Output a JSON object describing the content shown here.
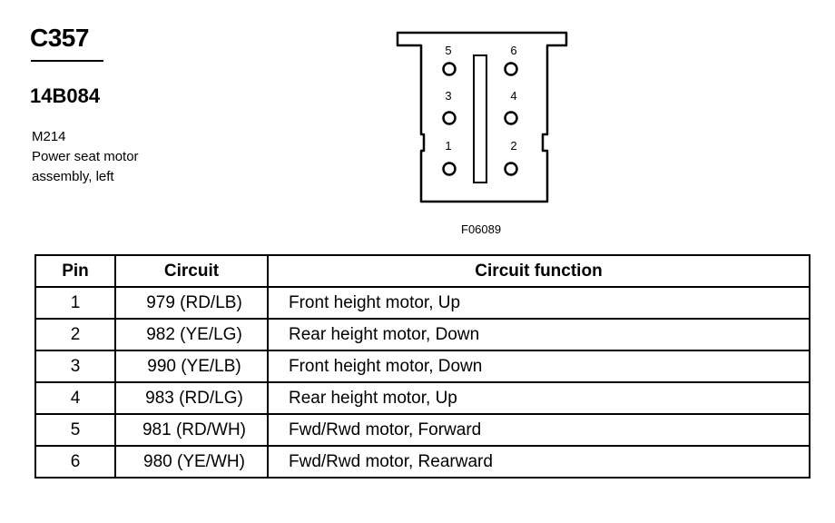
{
  "connector": {
    "id": "C357",
    "part_number": "14B084",
    "description": [
      "M214",
      "Power seat motor",
      "assembly, left"
    ]
  },
  "diagram": {
    "figure_id": "F06089",
    "pin_labels": [
      "1",
      "2",
      "3",
      "4",
      "5",
      "6"
    ]
  },
  "table": {
    "headers": [
      "Pin",
      "Circuit",
      "Circuit function"
    ],
    "rows": [
      {
        "pin": "1",
        "circuit": "979 (RD/LB)",
        "function": "Front height motor, Up"
      },
      {
        "pin": "2",
        "circuit": "982 (YE/LG)",
        "function": "Rear height motor, Down"
      },
      {
        "pin": "3",
        "circuit": "990 (YE/LB)",
        "function": "Front height motor, Down"
      },
      {
        "pin": "4",
        "circuit": "983 (RD/LG)",
        "function": "Rear height motor, Up"
      },
      {
        "pin": "5",
        "circuit": "981 (RD/WH)",
        "function": "Fwd/Rwd motor, Forward"
      },
      {
        "pin": "6",
        "circuit": "980 (YE/WH)",
        "function": "Fwd/Rwd motor, Rearward"
      }
    ]
  }
}
